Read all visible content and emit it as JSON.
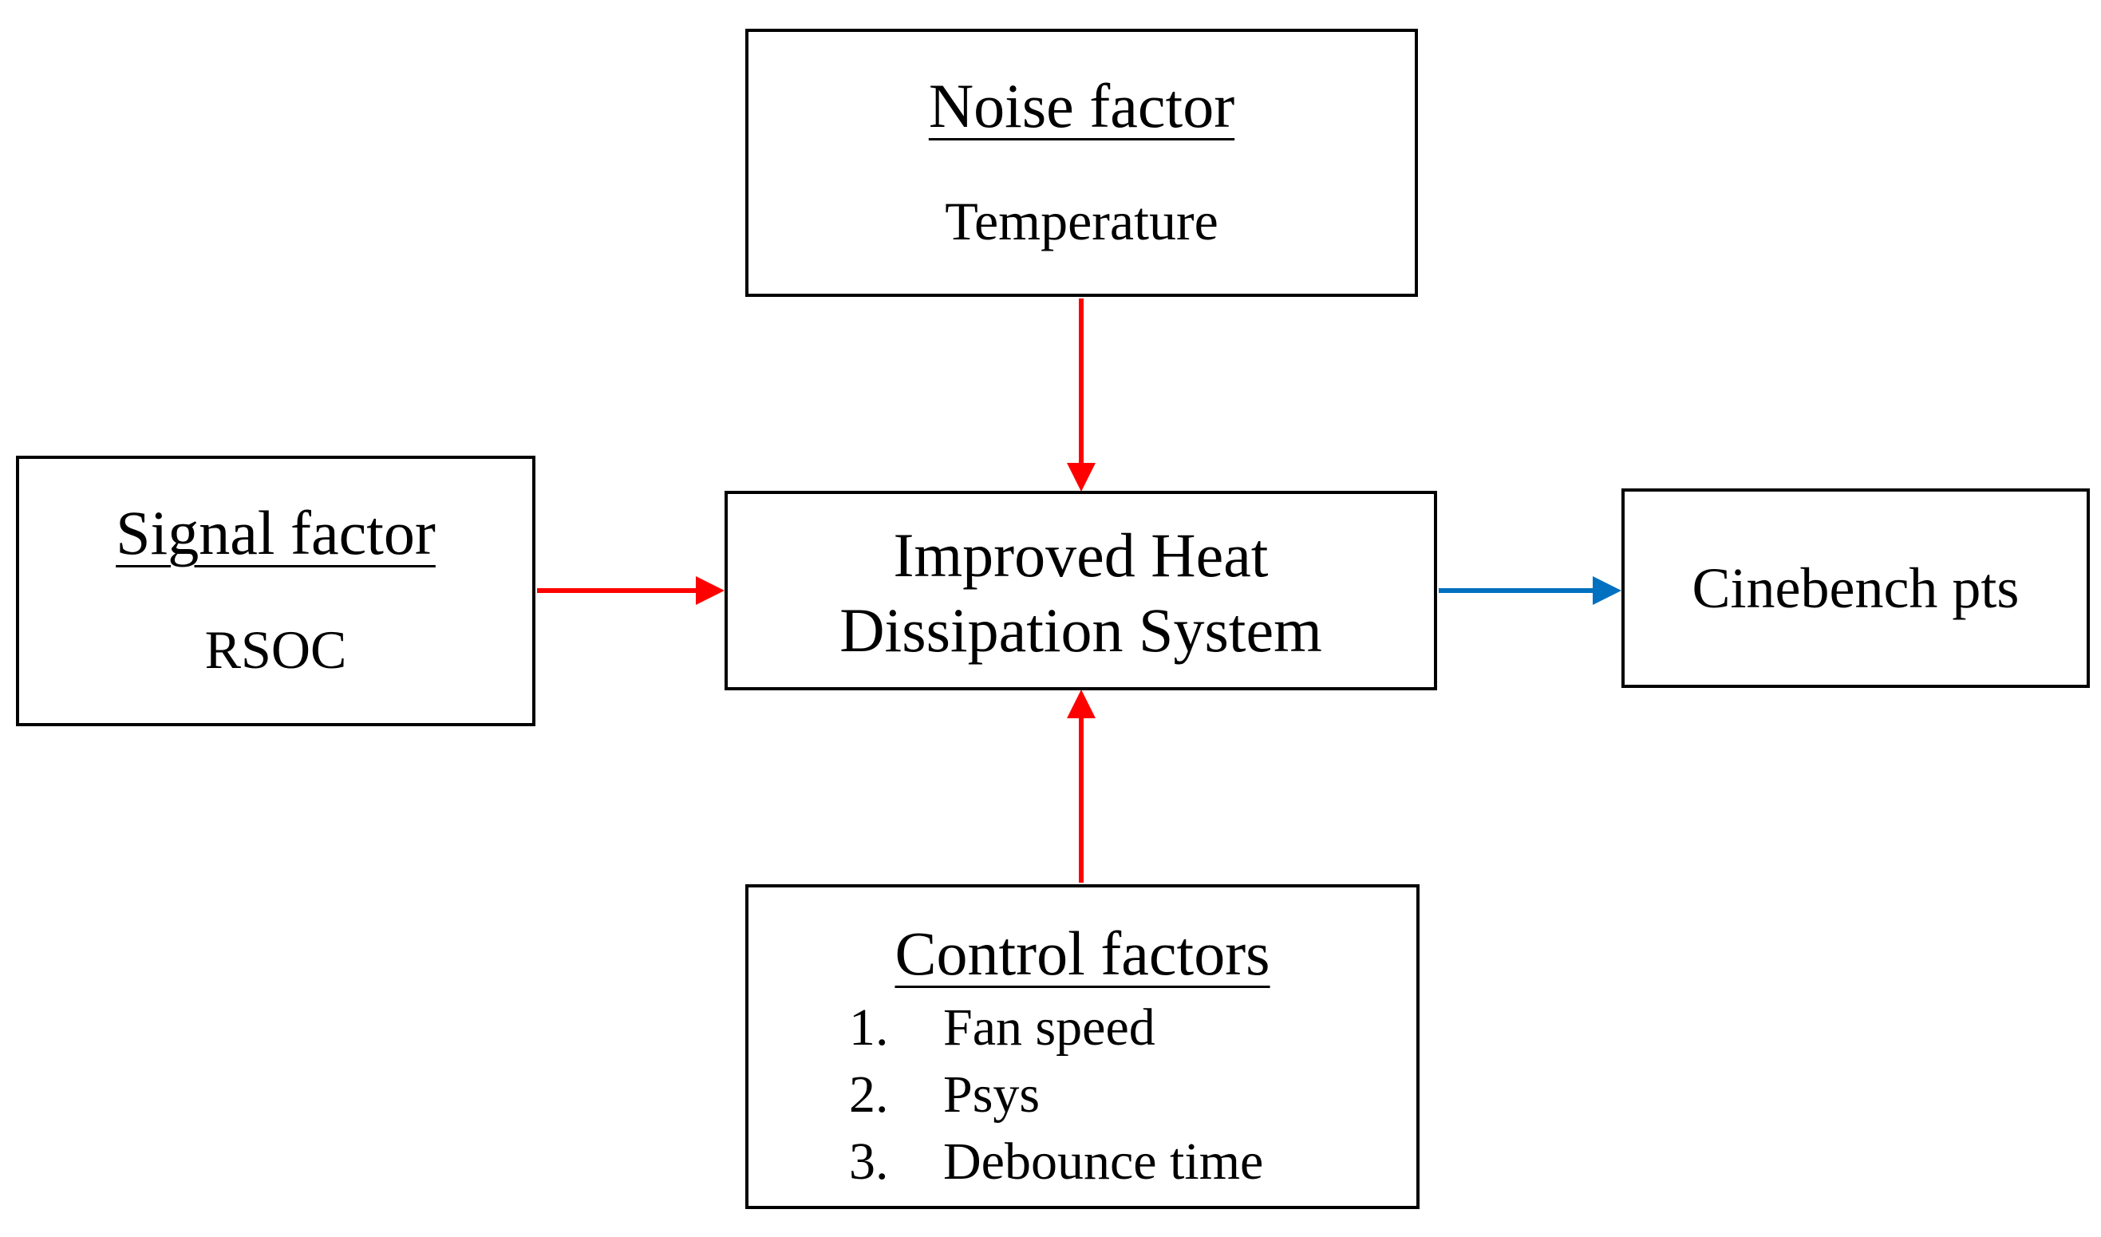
{
  "noise": {
    "heading": "Noise factor",
    "value": "Temperature"
  },
  "signal": {
    "heading": "Signal factor",
    "value": "RSOC"
  },
  "system": {
    "line1": "Improved Heat",
    "line2": "Dissipation System"
  },
  "output": {
    "label": "Cinebench pts"
  },
  "control": {
    "heading": "Control factors",
    "items": [
      {
        "num": "1.",
        "label": "Fan speed"
      },
      {
        "num": "2.",
        "label": "Psys"
      },
      {
        "num": "3.",
        "label": "Debounce time"
      }
    ]
  },
  "colors": {
    "input_arrow": "#ff0000",
    "output_arrow": "#0070c0",
    "border": "#000000"
  }
}
